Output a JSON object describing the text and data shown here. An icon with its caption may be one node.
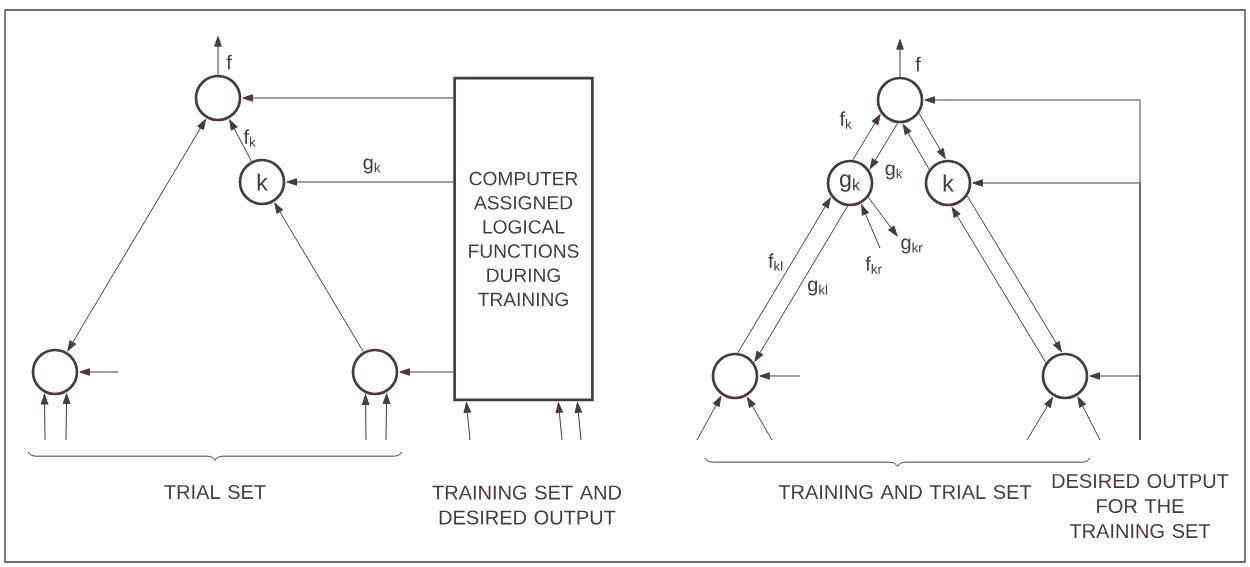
{
  "diagram": {
    "nodes": [
      {
        "text": [],
        "shape": "circle"
      },
      {
        "text": [
          "k"
        ]
      },
      {
        "text": [],
        "shape": "circle"
      },
      {
        "text": [],
        "shape": "circle"
      },
      {
        "text": [
          "COMPUTER ASSIGNED LOGICAL FUNCTIONS DURING TRAINING"
        ]
      },
      {
        "text": [],
        "shape": "circle"
      },
      {
        "text": [
          "g$_{k}$"
        ]
      },
      {
        "text": [
          "k"
        ]
      },
      {
        "text": [],
        "shape": "circle"
      },
      {
        "text": [],
        "shape": "circle"
      }
    ],
    "edges": [
      {
        "from": 0,
        "to": null,
        "arrow": "to",
        "label": "f"
      },
      {
        "from": 4,
        "to": 0,
        "arrow": "to"
      },
      {
        "from": 4,
        "to": 1,
        "arrow": "to",
        "label": "g$_{k}$"
      },
      {
        "from": 1,
        "to": 0,
        "arrow": "to",
        "label": "f$_{k}$"
      },
      {
        "from": 0,
        "to": 2,
        "arrow": "both"
      },
      {
        "from": 3,
        "to": 1,
        "arrow": "to"
      },
      {
        "from": 4,
        "to": 3,
        "arrow": "to"
      },
      {
        "from": null,
        "to": 2,
        "arrow": "to"
      },
      {
        "from": null,
        "to": 2,
        "arrow": "to"
      },
      {
        "from": null,
        "to": 2,
        "arrow": "to"
      },
      {
        "from": null,
        "to": 3,
        "arrow": "to"
      },
      {
        "from": null,
        "to": 3,
        "arrow": "to"
      },
      {
        "from": null,
        "to": 4,
        "arrow": "to"
      },
      {
        "from": null,
        "to": 4,
        "arrow": "to"
      },
      {
        "from": null,
        "to": 4,
        "arrow": "to"
      },
      {
        "from": 5,
        "to": null,
        "arrow": "to",
        "label": "f"
      },
      {
        "from": 6,
        "to": 5,
        "arrow": "to",
        "label": "f$_{k}$"
      },
      {
        "from": 5,
        "to": 6,
        "arrow": "to",
        "label": "g$_{k}$"
      },
      {
        "from": 7,
        "to": 5,
        "arrow": "to"
      },
      {
        "from": 5,
        "to": 7,
        "arrow": "to"
      },
      {
        "from": 8,
        "to": 6,
        "arrow": "to",
        "label": "f$_{kl}$"
      },
      {
        "from": 6,
        "to": 8,
        "arrow": "to",
        "label": "g$_{kl}$"
      },
      {
        "from": null,
        "to": 6,
        "arrow": "to",
        "label": "f$_{kr}$"
      },
      {
        "from": 6,
        "to": null,
        "arrow": "to",
        "label": "g$_{kr}$"
      },
      {
        "from": 9,
        "to": 7,
        "arrow": "to"
      },
      {
        "from": 7,
        "to": 9,
        "arrow": "to"
      },
      {
        "from": null,
        "to": 5,
        "arrow": "to"
      },
      {
        "from": null,
        "to": 7,
        "arrow": "to"
      },
      {
        "from": null,
        "to": 9,
        "arrow": "to"
      },
      {
        "from": null,
        "to": 8,
        "arrow": "to"
      },
      {
        "from": null,
        "to": 8,
        "arrow": "to"
      },
      {
        "from": null,
        "to": 8,
        "arrow": "to"
      },
      {
        "from": null,
        "to": 9,
        "arrow": "to"
      },
      {
        "from": null,
        "to": 9,
        "arrow": "to"
      }
    ],
    "labels": [
      "TRIAL SET",
      "TRAINING SET AND DESIRED OUTPUT",
      "TRAINING AND TRIAL SET",
      "DESIRED OUTPUT FOR THE TRAINING SET"
    ]
  }
}
